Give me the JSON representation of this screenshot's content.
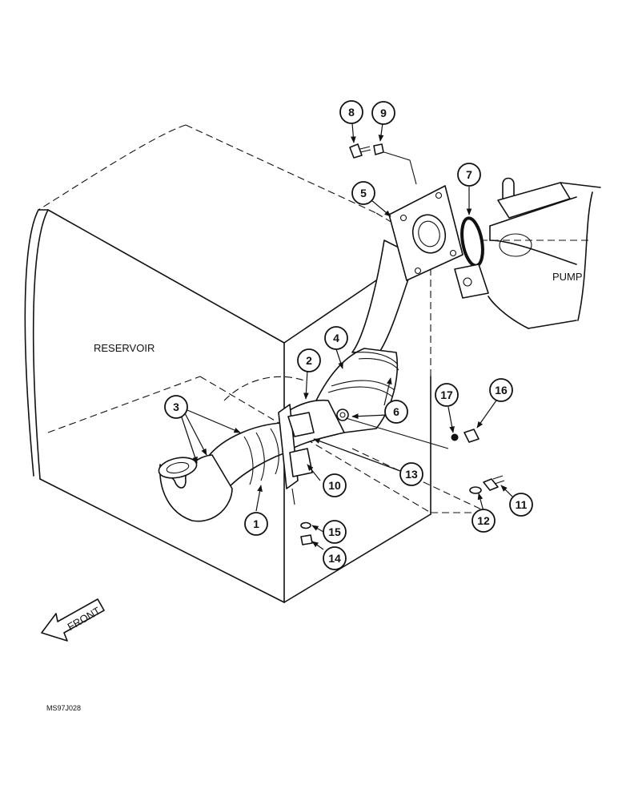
{
  "labels": {
    "reservoir": "RESERVOIR",
    "pump": "PUMP",
    "front": "FRONT",
    "drawing_code": "MS97J028"
  },
  "callouts": [
    "1",
    "2",
    "3",
    "4",
    "5",
    "6",
    "7",
    "8",
    "9",
    "10",
    "11",
    "12",
    "13",
    "14",
    "15",
    "16",
    "17"
  ]
}
